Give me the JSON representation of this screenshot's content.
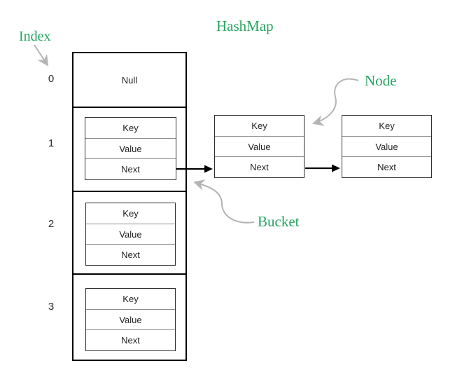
{
  "title": "HashMap",
  "labels": {
    "index": "Index",
    "node": "Node",
    "bucket": "Bucket"
  },
  "colors": {
    "accent_green": "#27a360",
    "arrow_gray": "#b4b4b4",
    "line_black": "#000000"
  },
  "array": {
    "cells": [
      {
        "index": "0",
        "text": "Null"
      },
      {
        "index": "1",
        "rows": [
          "Key",
          "Value",
          "Next"
        ]
      },
      {
        "index": "2",
        "rows": [
          "Key",
          "Value",
          "Next"
        ]
      },
      {
        "index": "3",
        "rows": [
          "Key",
          "Value",
          "Next"
        ]
      }
    ]
  },
  "chain_nodes": [
    {
      "rows": [
        "Key",
        "Value",
        "Next"
      ]
    },
    {
      "rows": [
        "Key",
        "Value",
        "Next"
      ]
    }
  ]
}
